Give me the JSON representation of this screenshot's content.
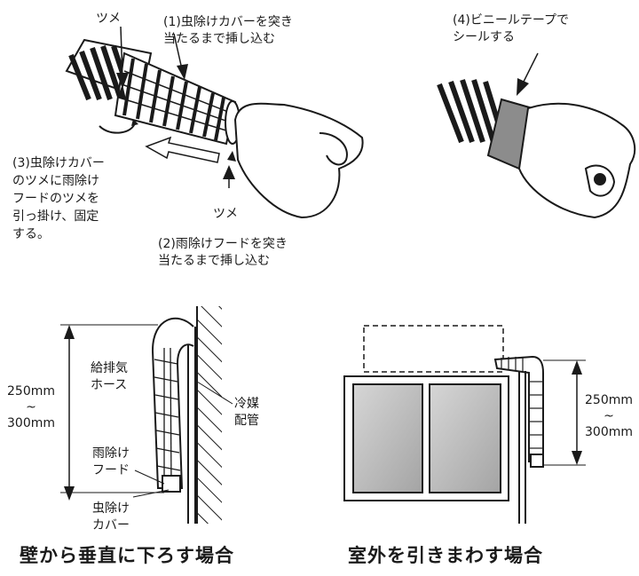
{
  "installation": {
    "step1": "(1)虫除けカバーを突き\n当たるまで挿し込む",
    "step2": "(2)雨除けフードを突き\n当たるまで挿し込む",
    "step3": "(3)虫除けカバー\nのツメに雨除け\nフードのツメを\n引っ掛け、固定\nする。",
    "step4": "(4)ビニールテープで\nシールする",
    "tab_top": "ツメ",
    "tab_bottom": "ツメ"
  },
  "wall_down": {
    "dimension": "250mm\n~\n300mm",
    "hose_label": "給排気\nホース",
    "refrigerant_label": "冷媒\n配管",
    "hood_label": "雨除け\nフード",
    "cover_label": "虫除け\nカバー",
    "caption": "壁から垂直に下ろす場合"
  },
  "outdoor_route": {
    "dimension": "250mm\n~\n300mm",
    "caption": "室外を引きまわす場合"
  },
  "colors": {
    "line": "#1a1a1a",
    "tape_gray": "#8c8c8c",
    "window_gray": "#b9b9b9"
  }
}
